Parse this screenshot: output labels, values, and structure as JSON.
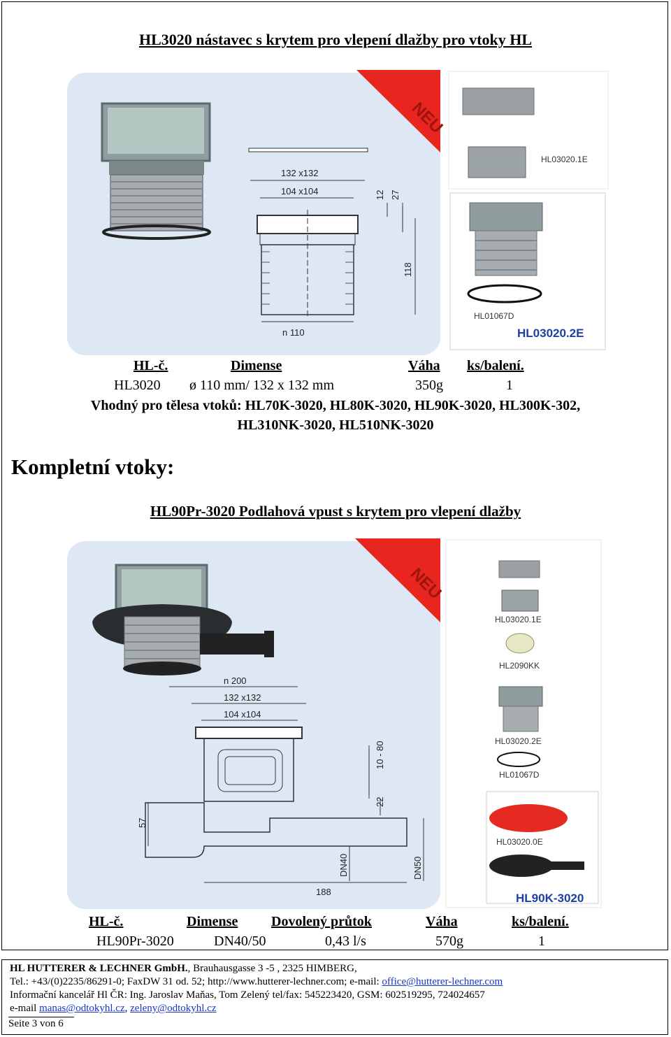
{
  "section1": {
    "title": "HL3020 nástavec s krytem pro vlepení dlažby pro vtoky HL",
    "image_labels": {
      "badge": "NEU",
      "dim_132": "132 x132",
      "dim_104": "104 x104",
      "dim_12": "12",
      "dim_27": "27",
      "dim_118": "118",
      "dim_n110": "n 110",
      "part_cover": "HL03020.1E",
      "part_ring": "HL01067D",
      "part_body": "HL03020.2E"
    },
    "table": {
      "headers": [
        "HL-č.",
        "Dimense",
        "Váha",
        "ks/balení."
      ],
      "row": [
        "HL3020",
        "ø 110 mm/ 132 x 132 mm",
        "350g",
        "1"
      ]
    },
    "suitable_line1": "Vhodný pro tělesa vtoků: HL70K-3020, HL80K-3020, HL90K-3020, HL300K-302,",
    "suitable_line2": "HL310NK-3020, HL510NK-3020"
  },
  "section2": {
    "heading": "Kompletní vtoky:",
    "title": "HL90Pr-3020 Podlahová vpust s krytem pro vlepení dlažby",
    "image_labels": {
      "badge": "NEU",
      "dim_n200": "n 200",
      "dim_132": "132 x132",
      "dim_104": "104 x104",
      "dim_10_80": "10 - 80",
      "dim_22": "22",
      "dim_57": "57",
      "dim_dn40": "DN40",
      "dim_dn50": "DN50",
      "dim_188": "188",
      "part_cover": "HL03020.1E",
      "part_kk": "HL2090KK",
      "part_body": "HL03020.2E",
      "part_ring": "HL01067D",
      "part_flange": "HL03020.0E",
      "part_drain": "HL90K-3020"
    },
    "table": {
      "headers": [
        "HL-č.",
        "Dimense",
        "Dovolený průtok",
        "Váha",
        "ks/balení."
      ],
      "row": [
        "HL90Pr-3020",
        "DN40/50",
        "0,43 l/s",
        "570g",
        "1"
      ]
    }
  },
  "footer": {
    "company": "HL HUTTERER & LECHNER GmbH.",
    "address": ", Brauhausgasse 3 -5 , 2325 HIMBERG,",
    "tel": "Tel.: +43/(0)2235/86291-0; FaxDW 31 od. 52; http://www.hutterer-lechner.com; e-mail: ",
    "email_office": "office@hutterer-lechner.com",
    "office_line": "Informační kancelář Hl ČR: Ing. Jaroslav Maňas, Tom Zelený tel/fax: 545223420, GSM: 602519295, 724024657",
    "email_label": "e-mail ",
    "email_manas": "manas@odtokyhl.cz",
    "email_sep": ", ",
    "email_zeleny": "zeleny@odtokyhl.cz",
    "page": "Seite 3 von 6"
  },
  "colors": {
    "panel_bg": "#dde8f4",
    "badge_red": "#e8251e",
    "link_blue": "#1a35c8",
    "label_blue": "#1c3fa6"
  }
}
